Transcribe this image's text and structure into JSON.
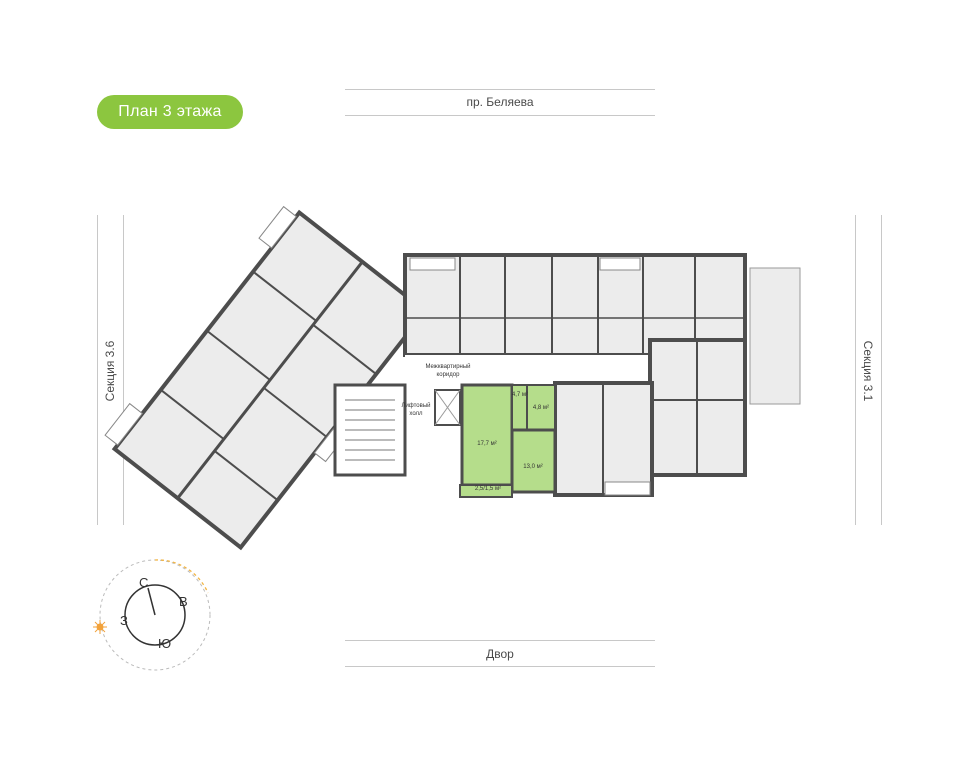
{
  "header": {
    "floor_label": "План 3 этажа"
  },
  "streets": {
    "top": "пр. Беляева",
    "bottom": "Двор"
  },
  "sections": {
    "left": "Секция 3.6",
    "right": "Секция 3.1"
  },
  "plan_labels": {
    "corridor": "Межквартирный коридор",
    "lift_hall": "Лифтовый холл"
  },
  "selected_apartment": {
    "highlight_color": "#b5dd8b",
    "rooms": [
      {
        "area": "17,7 м²"
      },
      {
        "area": "4,7 м²"
      },
      {
        "area": "4,8 м²"
      },
      {
        "area": "13,0 м²"
      },
      {
        "area": "2,5/1,5 м²"
      }
    ]
  },
  "compass": {
    "north": "С",
    "east": "В",
    "south": "Ю",
    "west": "З"
  },
  "colors": {
    "accent": "#8cc63f",
    "walls": "#4d4d4d",
    "rooms": "#ececec"
  }
}
